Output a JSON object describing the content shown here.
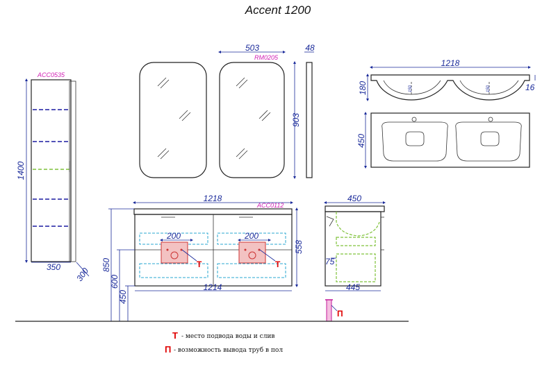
{
  "title": "Accent 1200",
  "codes": {
    "pencil_case": "ACC0535",
    "mirror": "RM0205",
    "vanity": "ACC0112"
  },
  "dimensions": {
    "pencil_height": "1400",
    "pencil_width": "350",
    "pencil_depth": "300",
    "mirror_width": "503",
    "mirror_depth": "48",
    "mirror_height": "903",
    "basin_width": "1218",
    "basin_height": "180",
    "basin_rim": "16",
    "basin_bowl_mark": "150",
    "basin_depth": "450",
    "vanity_width": "1218",
    "vanity_inner_width": "1214",
    "drawer_width": "200",
    "vanity_height": "558",
    "floor_to_top": "850",
    "floor_to_mid": "600",
    "floor_to_bottom": "450",
    "side_depth_top": "450",
    "side_depth_bottom": "445",
    "side_inner": "75"
  },
  "markers": {
    "t": "Т",
    "p": "П"
  },
  "legend": {
    "t_symbol": "Т",
    "t_text": "- место подвода воды и слив",
    "p_symbol": "П",
    "p_text": "- возможность вывода труб в пол"
  },
  "colors": {
    "dimension": "#1a2a9a",
    "code": "#d21fb4",
    "marker": "#e00000",
    "shelf": "#1a1aa0",
    "shelf_highlight": "#7fc23a",
    "drawer_outline": "#2aa7d0"
  }
}
